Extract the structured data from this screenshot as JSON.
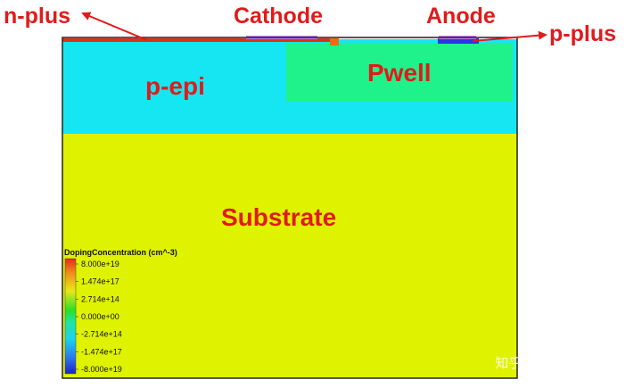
{
  "labels": {
    "n_plus": "n-plus",
    "cathode": "Cathode",
    "anode": "Anode",
    "p_plus": "p-plus",
    "p_epi": "p-epi",
    "pwell": "Pwell",
    "substrate": "Substrate"
  },
  "legend": {
    "title": "DopingConcentration (cm^-3)",
    "ticks": [
      "8.000e+19",
      "1.474e+17",
      "2.714e+14",
      "0.000e+00",
      "-2.714e+14",
      "-1.474e+17",
      "-8.000e+19"
    ]
  },
  "watermark": "知乎 @Kendir",
  "colors": {
    "label_red": "#e01b1b",
    "p_epi": "#16e6f2",
    "pwell": "#1ff28a",
    "substrate": "#dff200",
    "n_plus": "#e03010",
    "electrode": "#c07cf0",
    "anode_doping": "#2a34e8",
    "border": "#222222"
  }
}
